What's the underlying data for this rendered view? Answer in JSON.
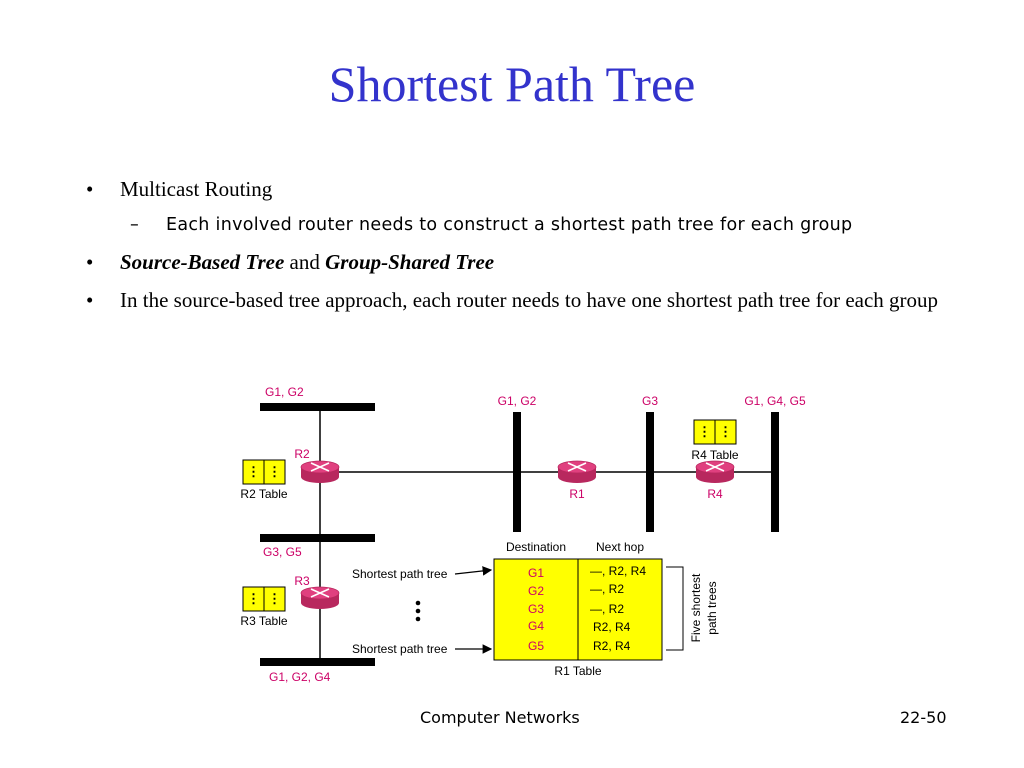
{
  "title": "Shortest Path Tree",
  "bullets": {
    "b1": "Multicast Routing",
    "b1_sub": "Each involved router needs to construct a shortest path tree for each group",
    "b2_part1": "Source-Based Tree",
    "b2_and": "and",
    "b2_part2": "Group-Shared Tree",
    "b3": "In the source-based tree approach, each router needs to have one shortest path tree for each group"
  },
  "diagram": {
    "groups": {
      "top_left": "G1, G2",
      "mid_left": "G3, G5",
      "bottom_left": "G1, G2, G4",
      "line1": "G1, G2",
      "line2": "G3",
      "line3": "G1, G4, G5"
    },
    "routers": {
      "r1": "R1",
      "r2": "R2",
      "r3": "R3",
      "r4": "R4"
    },
    "tables": {
      "r2": "R2 Table",
      "r3": "R3 Table",
      "r4": "R4 Table",
      "r1": "R1 Table"
    },
    "r1_table": {
      "header_destination": "Destination",
      "header_next_hop": "Next hop",
      "rows": [
        {
          "dest": "G1",
          "hop": "—, R2, R4"
        },
        {
          "dest": "G2",
          "hop": "—, R2"
        },
        {
          "dest": "G3",
          "hop": "—, R2"
        },
        {
          "dest": "G4",
          "hop": "R2, R4"
        },
        {
          "dest": "G5",
          "hop": "R2, R4"
        }
      ]
    },
    "shortest_path_label_top": "Shortest path tree",
    "shortest_path_label_bottom": "Shortest path tree",
    "five_trees_line1": "Five shortest",
    "five_trees_line2": "path trees"
  },
  "footer": {
    "course": "Computer Networks",
    "page": "22-50"
  },
  "colors": {
    "title": "#3333cc",
    "group_label": "#cc0066",
    "router": "#e0407f",
    "table_fill": "#ffff00"
  }
}
